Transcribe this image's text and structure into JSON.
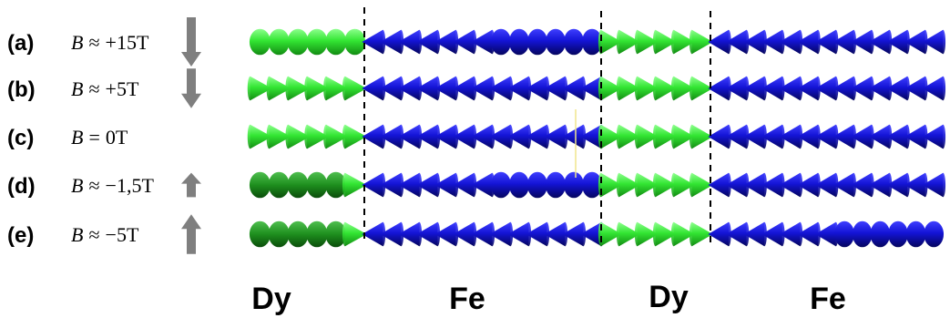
{
  "rows": [
    {
      "tag": "(a)",
      "field_symbol": "B",
      "field_relation": "≈",
      "field_value": "+15T",
      "arrow": "down",
      "arrow_strength": 1.0,
      "segments": {
        "dy1": "dot",
        "fe1": "left-dot",
        "dy2": "right",
        "fe2": "left"
      }
    },
    {
      "tag": "(b)",
      "field_symbol": "B",
      "field_relation": "≈",
      "field_value": "+5T",
      "arrow": "down",
      "arrow_strength": 0.75,
      "segments": {
        "dy1": "right",
        "fe1": "left",
        "dy2": "right",
        "fe2": "left"
      }
    },
    {
      "tag": "(c)",
      "field_symbol": "B",
      "field_relation": "=",
      "field_value": "0T",
      "arrow": "none",
      "arrow_strength": 0,
      "segments": {
        "dy1": "right",
        "fe1": "left",
        "dy2": "right",
        "fe2": "left"
      }
    },
    {
      "tag": "(d)",
      "field_symbol": "B",
      "field_relation": "≈",
      "field_value": "−1,5T",
      "arrow": "up",
      "arrow_strength": 0.35,
      "segments": {
        "dy1": "dot-right",
        "fe1": "left-dot",
        "dy2": "right",
        "fe2": "left"
      }
    },
    {
      "tag": "(e)",
      "field_symbol": "B",
      "field_relation": "≈",
      "field_value": "−5T",
      "arrow": "up",
      "arrow_strength": 0.75,
      "segments": {
        "dy1": "dot-right",
        "fe1": "left",
        "dy2": "right",
        "fe2": "left-dot"
      }
    }
  ],
  "regions": [
    "Dy",
    "Fe",
    "Dy",
    "Fe"
  ],
  "colors": {
    "dy_light": "#3ff23f",
    "dy_dark": "#1f9a1f",
    "fe": "#1010d8",
    "fe_dark": "#0a0a8a",
    "field_arrow": "#7f7f7f"
  }
}
